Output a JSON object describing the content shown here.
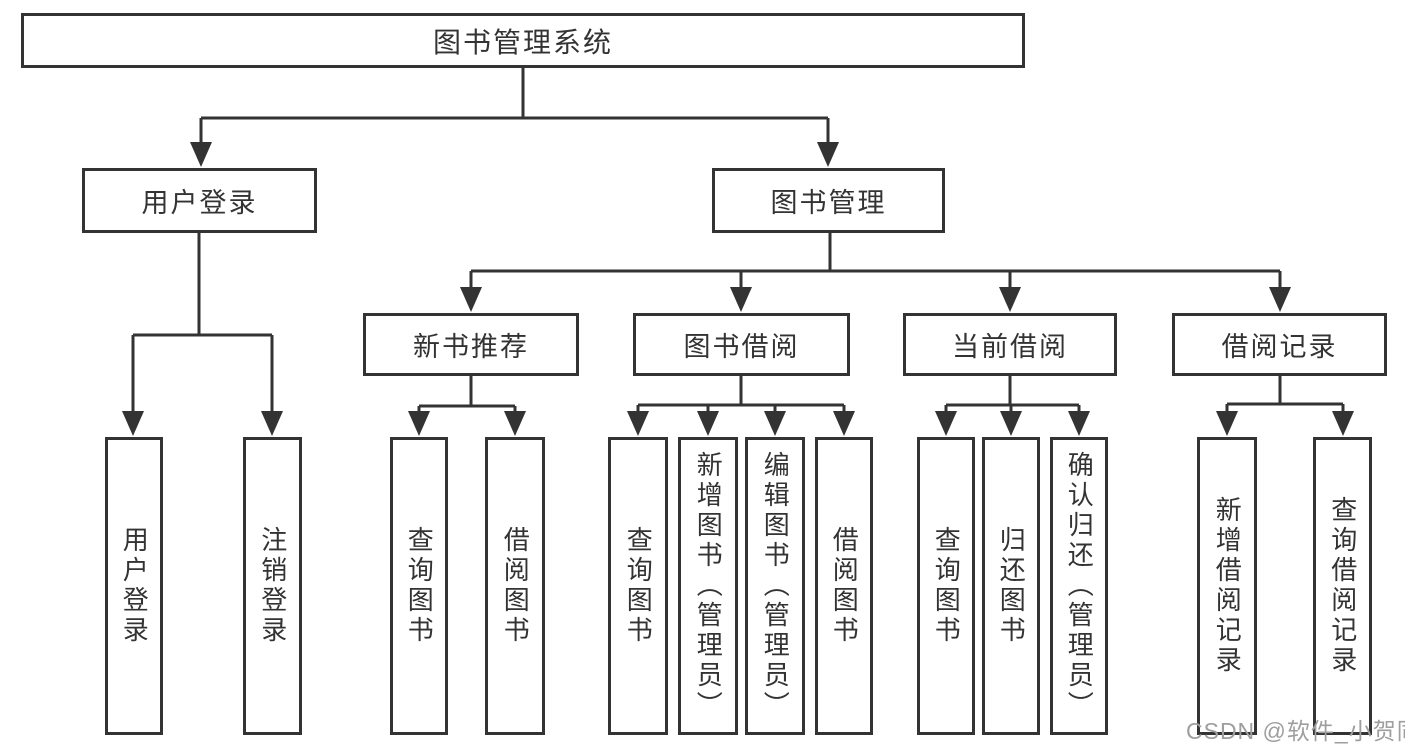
{
  "diagram_title": "图书管理系统",
  "nodes": {
    "root": {
      "label": "图书管理系统"
    },
    "level2": [
      {
        "id": "user-login",
        "label": "用户登录",
        "parent": "图书管理系统"
      },
      {
        "id": "book-management",
        "label": "图书管理",
        "parent": "图书管理系统"
      }
    ],
    "level3": [
      {
        "id": "new-book-recommend",
        "label": "新书推荐",
        "parent": "图书管理"
      },
      {
        "id": "book-borrowing",
        "label": "图书借阅",
        "parent": "图书管理"
      },
      {
        "id": "current-borrowing",
        "label": "当前借阅",
        "parent": "图书管理"
      },
      {
        "id": "borrowing-records",
        "label": "借阅记录",
        "parent": "图书管理"
      }
    ],
    "level4": [
      {
        "id": "user-login-leaf",
        "label": "用户登录",
        "parent": "用户登录"
      },
      {
        "id": "logout-leaf",
        "label": "注销登录",
        "parent": "用户登录"
      },
      {
        "id": "query-books-recommend",
        "label": "查询图书",
        "parent": "新书推荐"
      },
      {
        "id": "borrow-books-recommend",
        "label": "借阅图书",
        "parent": "新书推荐"
      },
      {
        "id": "query-books-borrowing",
        "label": "查询图书",
        "parent": "图书借阅"
      },
      {
        "id": "add-books-admin",
        "label": "新增图书（管理员）",
        "parent": "图书借阅"
      },
      {
        "id": "edit-books-admin",
        "label": "编辑图书（管理员）",
        "parent": "图书借阅"
      },
      {
        "id": "borrow-books-borrowing",
        "label": "借阅图书",
        "parent": "图书借阅"
      },
      {
        "id": "query-books-current",
        "label": "查询图书",
        "parent": "当前借阅"
      },
      {
        "id": "return-books",
        "label": "归还图书",
        "parent": "当前借阅"
      },
      {
        "id": "confirm-return-admin",
        "label": "确认归还（管理员）",
        "parent": "当前借阅"
      },
      {
        "id": "add-borrow-record",
        "label": "新增借阅记录",
        "parent": "借阅记录"
      },
      {
        "id": "query-borrow-record",
        "label": "查询借阅记录",
        "parent": "借阅记录"
      }
    ]
  },
  "watermark": "CSDN @软件_小贺同学",
  "colors": {
    "box_border": "#333333",
    "connector_line": "#333333",
    "text": "#333333",
    "background": "#ffffff",
    "watermark_text": "#9e9e9e"
  }
}
